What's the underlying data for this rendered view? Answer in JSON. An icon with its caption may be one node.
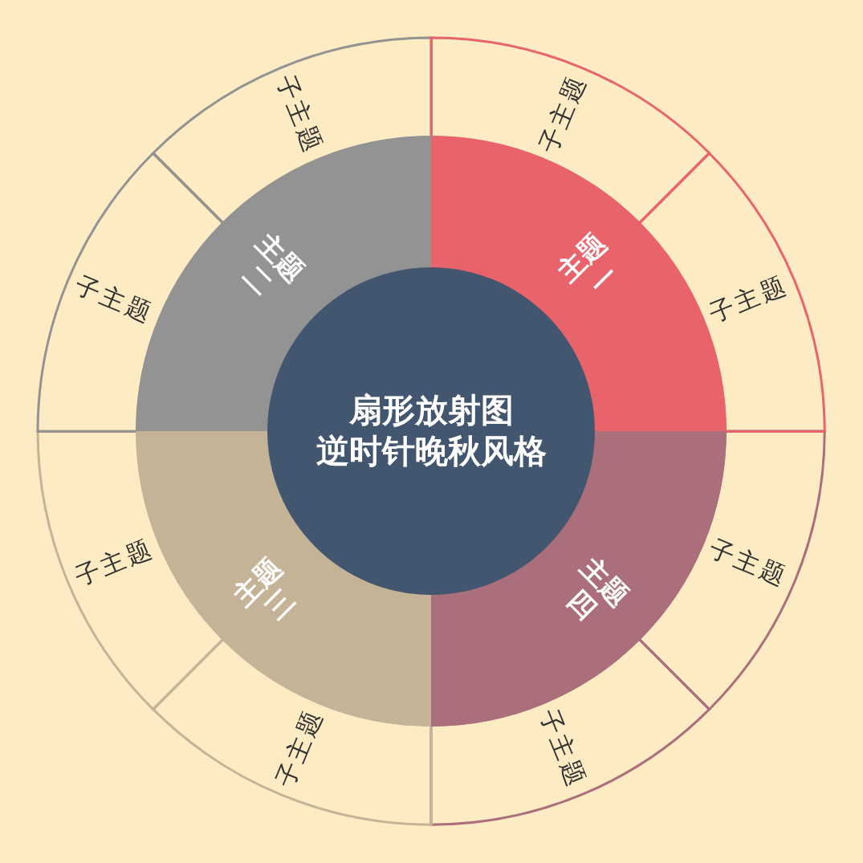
{
  "diagram": {
    "nodes": [
      {
        "text": [
          "扇形放射图",
          "逆时针晚秋风格"
        ]
      },
      {
        "text": [
          "主题一"
        ]
      },
      {
        "text": [
          "子主题"
        ]
      },
      {
        "text": [
          "子主题"
        ]
      },
      {
        "text": [
          "主题二"
        ]
      },
      {
        "text": [
          "子主题"
        ]
      },
      {
        "text": [
          "子主题"
        ]
      },
      {
        "text": [
          "主题三"
        ]
      },
      {
        "text": [
          "子主题"
        ]
      },
      {
        "text": [
          "子主题"
        ]
      },
      {
        "text": [
          "主题四"
        ]
      },
      {
        "text": [
          "子主题"
        ]
      },
      {
        "text": [
          "子主题"
        ]
      }
    ]
  }
}
